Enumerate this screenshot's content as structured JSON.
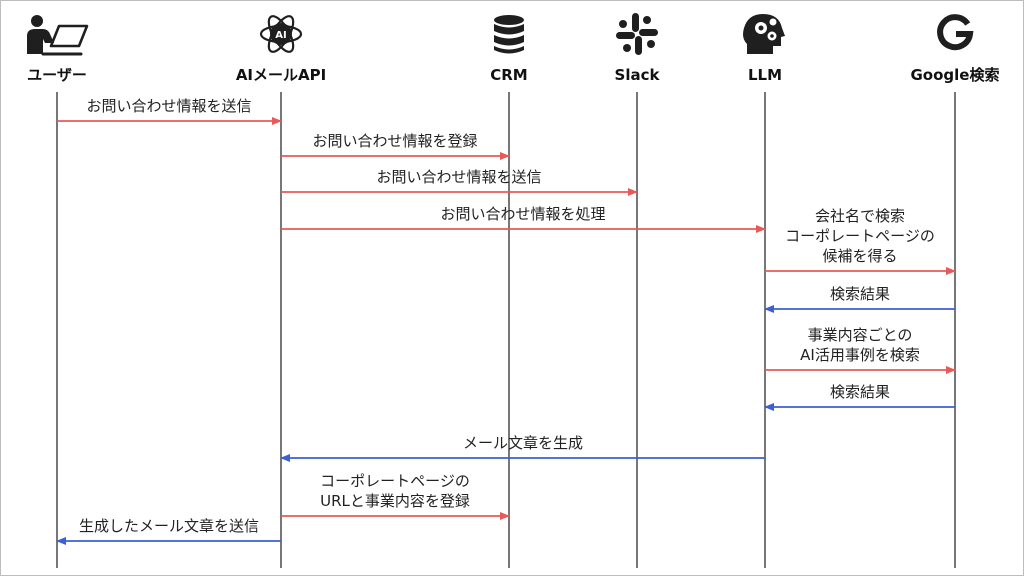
{
  "colors": {
    "request": "#e85a5a",
    "response": "#3d5fd6",
    "lifeline": "#555555",
    "icon": "#1f1f1f"
  },
  "actors": [
    {
      "id": "user",
      "label": "ユーザー",
      "icon": "person-laptop-icon"
    },
    {
      "id": "api",
      "label": "AIメールAPI",
      "icon": "ai-chip-icon"
    },
    {
      "id": "crm",
      "label": "CRM",
      "icon": "database-icon"
    },
    {
      "id": "slack",
      "label": "Slack",
      "icon": "slack-icon"
    },
    {
      "id": "llm",
      "label": "LLM",
      "icon": "brain-gears-icon"
    },
    {
      "id": "google",
      "label": "Google検索",
      "icon": "google-icon"
    }
  ],
  "messages": [
    {
      "from": "user",
      "to": "api",
      "kind": "request",
      "lines": [
        "お問い合わせ情報を送信"
      ]
    },
    {
      "from": "api",
      "to": "crm",
      "kind": "request",
      "lines": [
        "お問い合わせ情報を登録"
      ]
    },
    {
      "from": "api",
      "to": "slack",
      "kind": "request",
      "lines": [
        "お問い合わせ情報を送信"
      ]
    },
    {
      "from": "api",
      "to": "llm",
      "kind": "request",
      "lines": [
        "お問い合わせ情報を処理"
      ]
    },
    {
      "from": "llm",
      "to": "google",
      "kind": "request",
      "lines": [
        "会社名で検索",
        "コーポレートページの",
        "候補を得る"
      ]
    },
    {
      "from": "google",
      "to": "llm",
      "kind": "response",
      "lines": [
        "検索結果"
      ]
    },
    {
      "from": "llm",
      "to": "google",
      "kind": "request",
      "lines": [
        "事業内容ごとの",
        "AI活用事例を検索"
      ]
    },
    {
      "from": "google",
      "to": "llm",
      "kind": "response",
      "lines": [
        "検索結果"
      ]
    },
    {
      "from": "llm",
      "to": "api",
      "kind": "response",
      "lines": [
        "メール文章を生成"
      ]
    },
    {
      "from": "api",
      "to": "crm",
      "kind": "request",
      "lines": [
        "コーポレートページの",
        "URLと事業内容を登録"
      ]
    },
    {
      "from": "api",
      "to": "user",
      "kind": "response",
      "lines": [
        "生成したメール文章を送信"
      ]
    }
  ]
}
